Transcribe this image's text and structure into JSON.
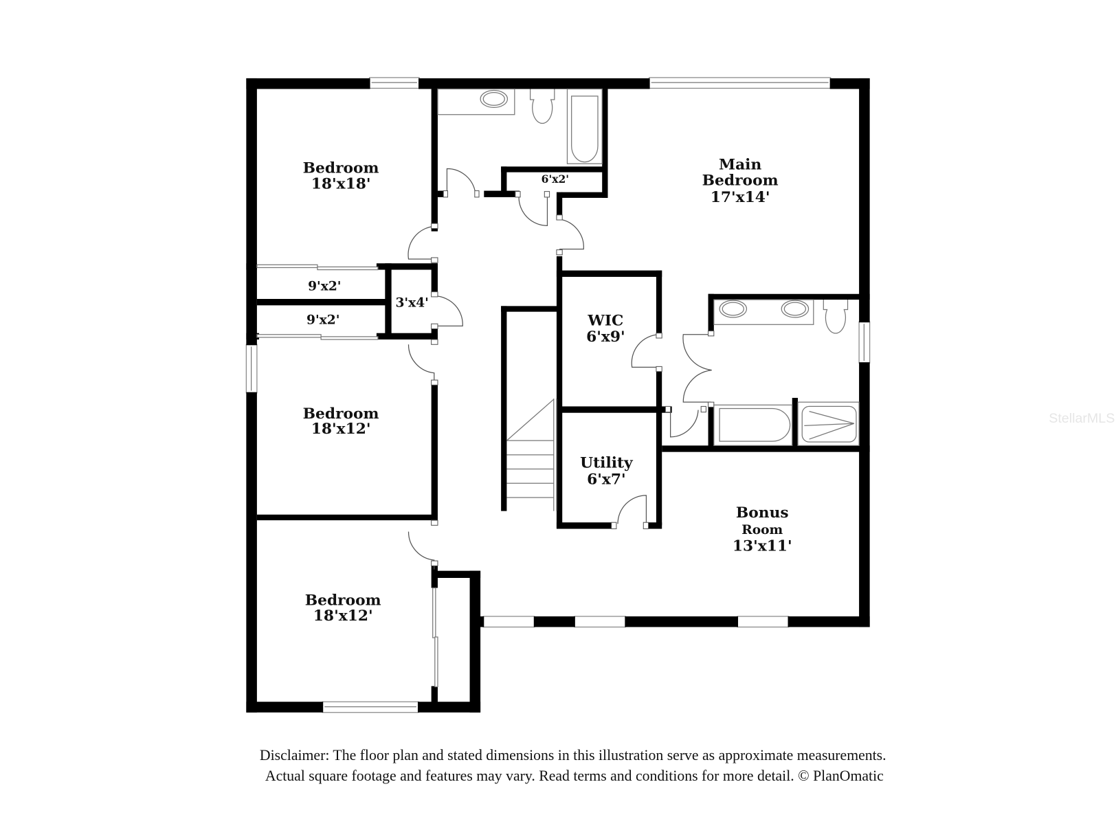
{
  "floor_plan": {
    "rooms": [
      {
        "id": "bedroom-1",
        "name": "Bedroom",
        "dims": "18'x18'"
      },
      {
        "id": "closet-6x2",
        "name": "",
        "dims": "6'x2'"
      },
      {
        "id": "main-bedroom",
        "name_line1": "Main",
        "name_line2": "Bedroom",
        "dims": "17'x14'"
      },
      {
        "id": "closet-9x2-a",
        "name": "",
        "dims": "9'x2'"
      },
      {
        "id": "closet-9x2-b",
        "name": "",
        "dims": "9'x2'"
      },
      {
        "id": "closet-3x4",
        "name": "",
        "dims": "3'x4'"
      },
      {
        "id": "wic",
        "name": "WIC",
        "dims": "6'x9'"
      },
      {
        "id": "bedroom-2",
        "name": "Bedroom",
        "dims": "18'x12'"
      },
      {
        "id": "utility",
        "name": "Utility",
        "dims": "6'x7'"
      },
      {
        "id": "bonus-room",
        "name_line1": "Bonus",
        "name_line2": "Room",
        "dims": "13'x11'"
      },
      {
        "id": "bedroom-3",
        "name": "Bedroom",
        "dims": "18'x12'"
      }
    ]
  },
  "disclaimer": {
    "line1": "Disclaimer: The floor plan and stated dimensions in this illustration serve as approximate measurements.",
    "line2": "Actual square footage and features may vary. Read terms and conditions for more detail. © PlanOmatic"
  },
  "watermark": "StellarMLS",
  "colors": {
    "wall": "#000000",
    "background": "#ffffff",
    "fixture_line": "#777777"
  }
}
